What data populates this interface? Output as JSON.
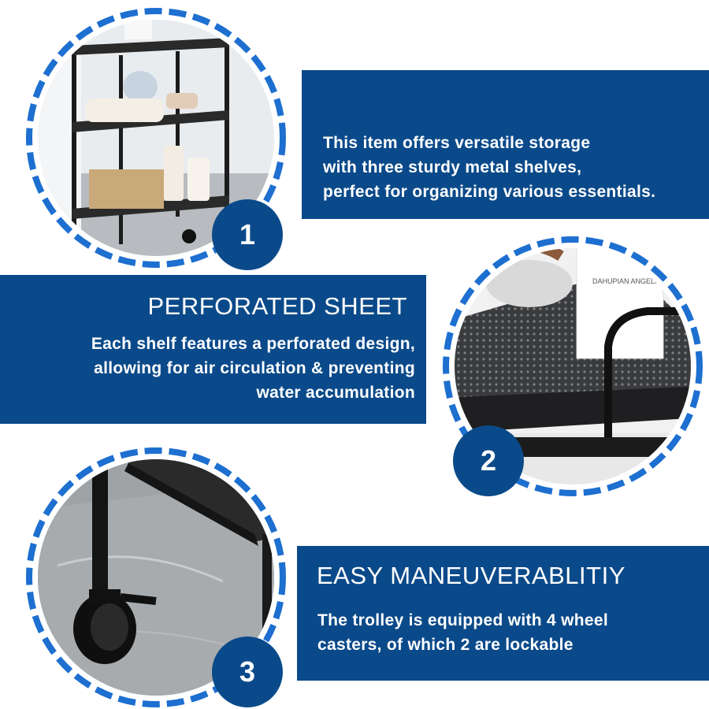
{
  "features": [
    {
      "number": "1",
      "title": "AMPLE STORAGE",
      "lines": [
        "This item offers versatile storage",
        "with three sturdy metal shelves,",
        "perfect for organizing various essentials."
      ]
    },
    {
      "number": "2",
      "title": "PERFORATED SHEET",
      "lines": [
        "Each shelf features a perforated design,",
        "allowing for air circulation & preventing",
        "water accumulation"
      ]
    },
    {
      "number": "3",
      "title": "EASY MANEUVERABLITIY",
      "lines": [
        "The trolley is equipped with 4 wheel",
        "casters, of which 2 are lockable"
      ]
    }
  ],
  "image_labels": [
    "DAHUPIAN ANGELICA"
  ],
  "colors": {
    "brand_blue": "#0b4a8a",
    "ring_blue": "#1d6fd0",
    "background": "#ffffff"
  },
  "icons": [
    "storage-trolley-photo",
    "perforated-shelf-photo",
    "caster-wheel-photo"
  ]
}
